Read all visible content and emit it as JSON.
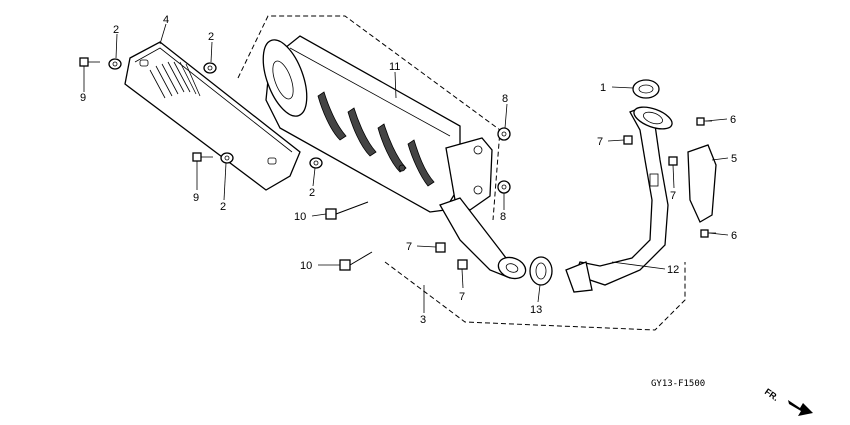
{
  "callouts": [
    {
      "id": "c-2a",
      "text": "2"
    },
    {
      "id": "c-2b",
      "text": "2"
    },
    {
      "id": "c-2c",
      "text": "2"
    },
    {
      "id": "c-2d",
      "text": "2"
    },
    {
      "id": "c-4",
      "text": "4"
    },
    {
      "id": "c-9a",
      "text": "9"
    },
    {
      "id": "c-9b",
      "text": "9"
    },
    {
      "id": "c-11",
      "text": "11"
    },
    {
      "id": "c-8a",
      "text": "8"
    },
    {
      "id": "c-8b",
      "text": "8"
    },
    {
      "id": "c-10a",
      "text": "10"
    },
    {
      "id": "c-10b",
      "text": "10"
    },
    {
      "id": "c-7a",
      "text": "7"
    },
    {
      "id": "c-7b",
      "text": "7"
    },
    {
      "id": "c-7c",
      "text": "7"
    },
    {
      "id": "c-7d",
      "text": "7"
    },
    {
      "id": "c-3",
      "text": "3"
    },
    {
      "id": "c-13",
      "text": "13"
    },
    {
      "id": "c-12",
      "text": "12"
    },
    {
      "id": "c-1",
      "text": "1"
    },
    {
      "id": "c-6a",
      "text": "6"
    },
    {
      "id": "c-6b",
      "text": "6"
    },
    {
      "id": "c-5",
      "text": "5"
    }
  ],
  "diagram_code": "GY13-F1500",
  "direction_label": "FR."
}
